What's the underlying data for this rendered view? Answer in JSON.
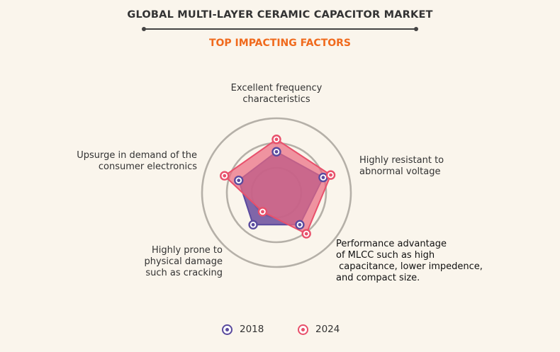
{
  "header": {
    "title": "GLOBAL MULTI-LAYER CERAMIC CAPACITOR MARKET",
    "subtitle": "TOP IMPACTING FACTORS"
  },
  "chart_data": {
    "type": "radar",
    "axes": [
      "Excellent frequency characteristics",
      "Highly resistant to abnormal voltage",
      "Performance advantage of MLCC such as high capacitance, lower impedence, and compact size.",
      "Highly prone to physical damage such as cracking",
      "Upsurge in demand of the consumer electronics"
    ],
    "rings": 3,
    "rmax": 3,
    "series": [
      {
        "name": "2018",
        "values": [
          1.65,
          1.98,
          1.6,
          1.6,
          1.6
        ],
        "color": "#5a4a9e",
        "fill": "#6a4c9c"
      },
      {
        "name": "2024",
        "values": [
          2.15,
          2.3,
          2.05,
          0.95,
          2.2
        ],
        "color": "#e8506b",
        "fill": "#ea6a80"
      }
    ],
    "labels": {
      "top": [
        "Excellent frequency",
        "characteristics"
      ],
      "right": [
        "Highly resistant to",
        "abnormal voltage"
      ],
      "bottom_right": [
        "Performance advantage",
        "of MLCC such as high",
        " capacitance, lower impedence,",
        "and compact size."
      ],
      "bottom_left": [
        "Highly prone to",
        "physical damage",
        "such as cracking"
      ],
      "left": [
        "Upsurge in demand of the",
        "consumer electronics"
      ]
    },
    "legend": [
      "2018",
      "2024"
    ],
    "legend_position": "bottom"
  },
  "colors": {
    "background": "#faf5ec",
    "title": "#333333",
    "subtitle": "#f06a1d",
    "grid": "#b5b0a8"
  }
}
